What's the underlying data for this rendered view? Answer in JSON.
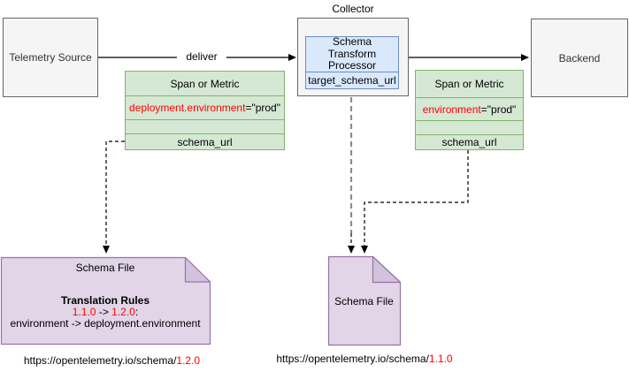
{
  "nodes": {
    "telemetry_source": {
      "label": "Telemetry Source"
    },
    "collector": {
      "label": "Collector"
    },
    "processor": {
      "title": "Schema Transform Processor",
      "field": "target_schema_url"
    },
    "backend": {
      "label": "Backend"
    },
    "span_left": {
      "header": "Span or Metric",
      "attribute_name": "deployment.environment",
      "attribute_value": "=\"prod\"",
      "field": "schema_url"
    },
    "span_right": {
      "header": "Span or Metric",
      "attribute_name": "environment",
      "attribute_value": "=\"prod\"",
      "field": "schema_url"
    },
    "schema_file_left": {
      "title": "Schema File",
      "rules_heading": "Translation Rules",
      "version_from": "1.1.0",
      "version_arrow": " -> ",
      "version_to": "1.2.0",
      "version_suffix": ":",
      "rule": "environment -> deployment.environment"
    },
    "schema_file_middle": {
      "title": "Schema File"
    }
  },
  "edges": {
    "deliver": "deliver"
  },
  "urls": {
    "left": {
      "base": "https://opentelemetry.io/schema/",
      "version": "1.2.0"
    },
    "right": {
      "base": "https://opentelemetry.io/schema/",
      "version": "1.1.0"
    }
  },
  "colors": {
    "node_fill": "#f5f5f5",
    "node_stroke": "#666666",
    "table_fill": "#d5e8d4",
    "table_stroke": "#82b366",
    "processor_fill": "#dae8fc",
    "processor_stroke": "#6c8ebf",
    "note_fill": "#e1d5e7",
    "note_fold_fill": "#d3c2de",
    "note_stroke": "#9673a6",
    "highlight_text": "#ff0000",
    "connector_gray": "#8c8c8c",
    "connector_black": "#000000"
  }
}
